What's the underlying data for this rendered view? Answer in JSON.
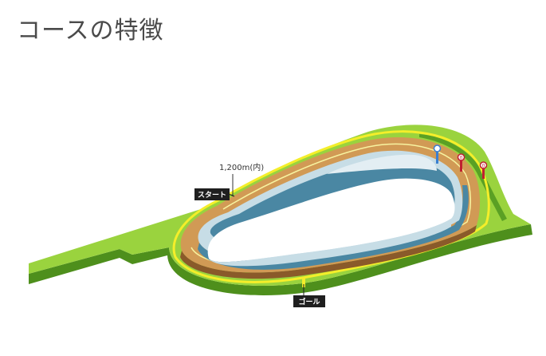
{
  "header": {
    "title": "コースの特徴"
  },
  "diagram": {
    "distance_label": "1,200m(内)",
    "start_label": "スタート",
    "goal_label": "ゴール",
    "marker_labels": [
      "0",
      "0"
    ],
    "colors": {
      "grass_light": "#9ad33e",
      "grass_dark": "#4e8f1c",
      "rail": "#f4ee2a",
      "dirt": "#d19a55",
      "dirt_dark": "#8a5a2a",
      "inner": "#c7dde6",
      "inner_dark": "#4a87a3",
      "label_bg": "#1f1f1f"
    }
  }
}
